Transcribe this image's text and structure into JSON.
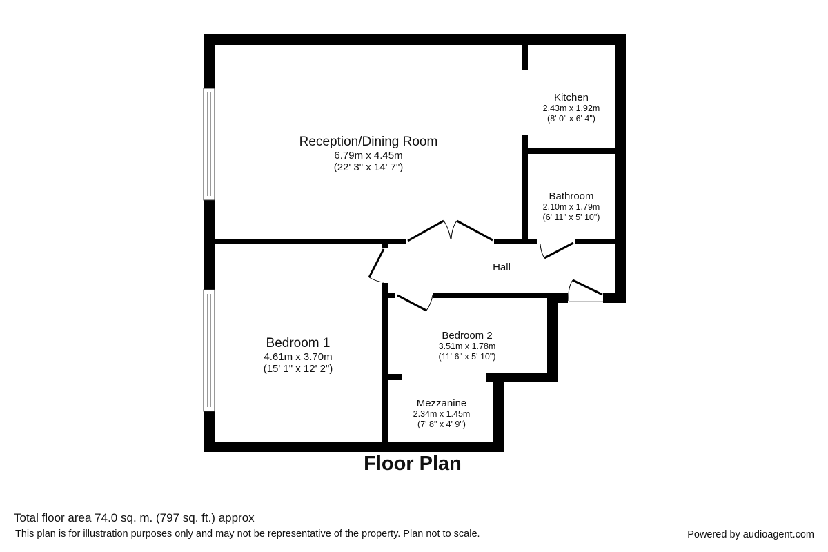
{
  "title": "Floor Plan",
  "rooms": {
    "reception": {
      "name": "Reception/Dining Room",
      "metric": "6.79m x 4.45m",
      "imperial": "(22' 3\" x 14' 7\")"
    },
    "kitchen": {
      "name": "Kitchen",
      "metric": "2.43m x 1.92m",
      "imperial": "(8' 0\" x 6' 4\")"
    },
    "bathroom": {
      "name": "Bathroom",
      "metric": "2.10m x 1.79m",
      "imperial": "(6' 11\" x 5' 10\")"
    },
    "hall": {
      "name": "Hall"
    },
    "bedroom1": {
      "name": "Bedroom 1",
      "metric": "4.61m x 3.70m",
      "imperial": "(15' 1\" x 12' 2\")"
    },
    "bedroom2": {
      "name": "Bedroom 2",
      "metric": "3.51m x 1.78m",
      "imperial": "(11' 6\" x 5' 10\")"
    },
    "mezzanine": {
      "name": "Mezzanine",
      "metric": "2.34m x 1.45m",
      "imperial": "(7' 8\" x 4' 9\")"
    }
  },
  "footer": {
    "total_area": "Total floor area 74.0 sq. m. (797 sq. ft.) approx",
    "disclaimer": "This plan is for illustration purposes only and may not be representative of the property. Plan not to scale.",
    "powered_by": "Powered by audioagent.com"
  },
  "colors": {
    "wall": "#000000",
    "background": "#ffffff"
  }
}
